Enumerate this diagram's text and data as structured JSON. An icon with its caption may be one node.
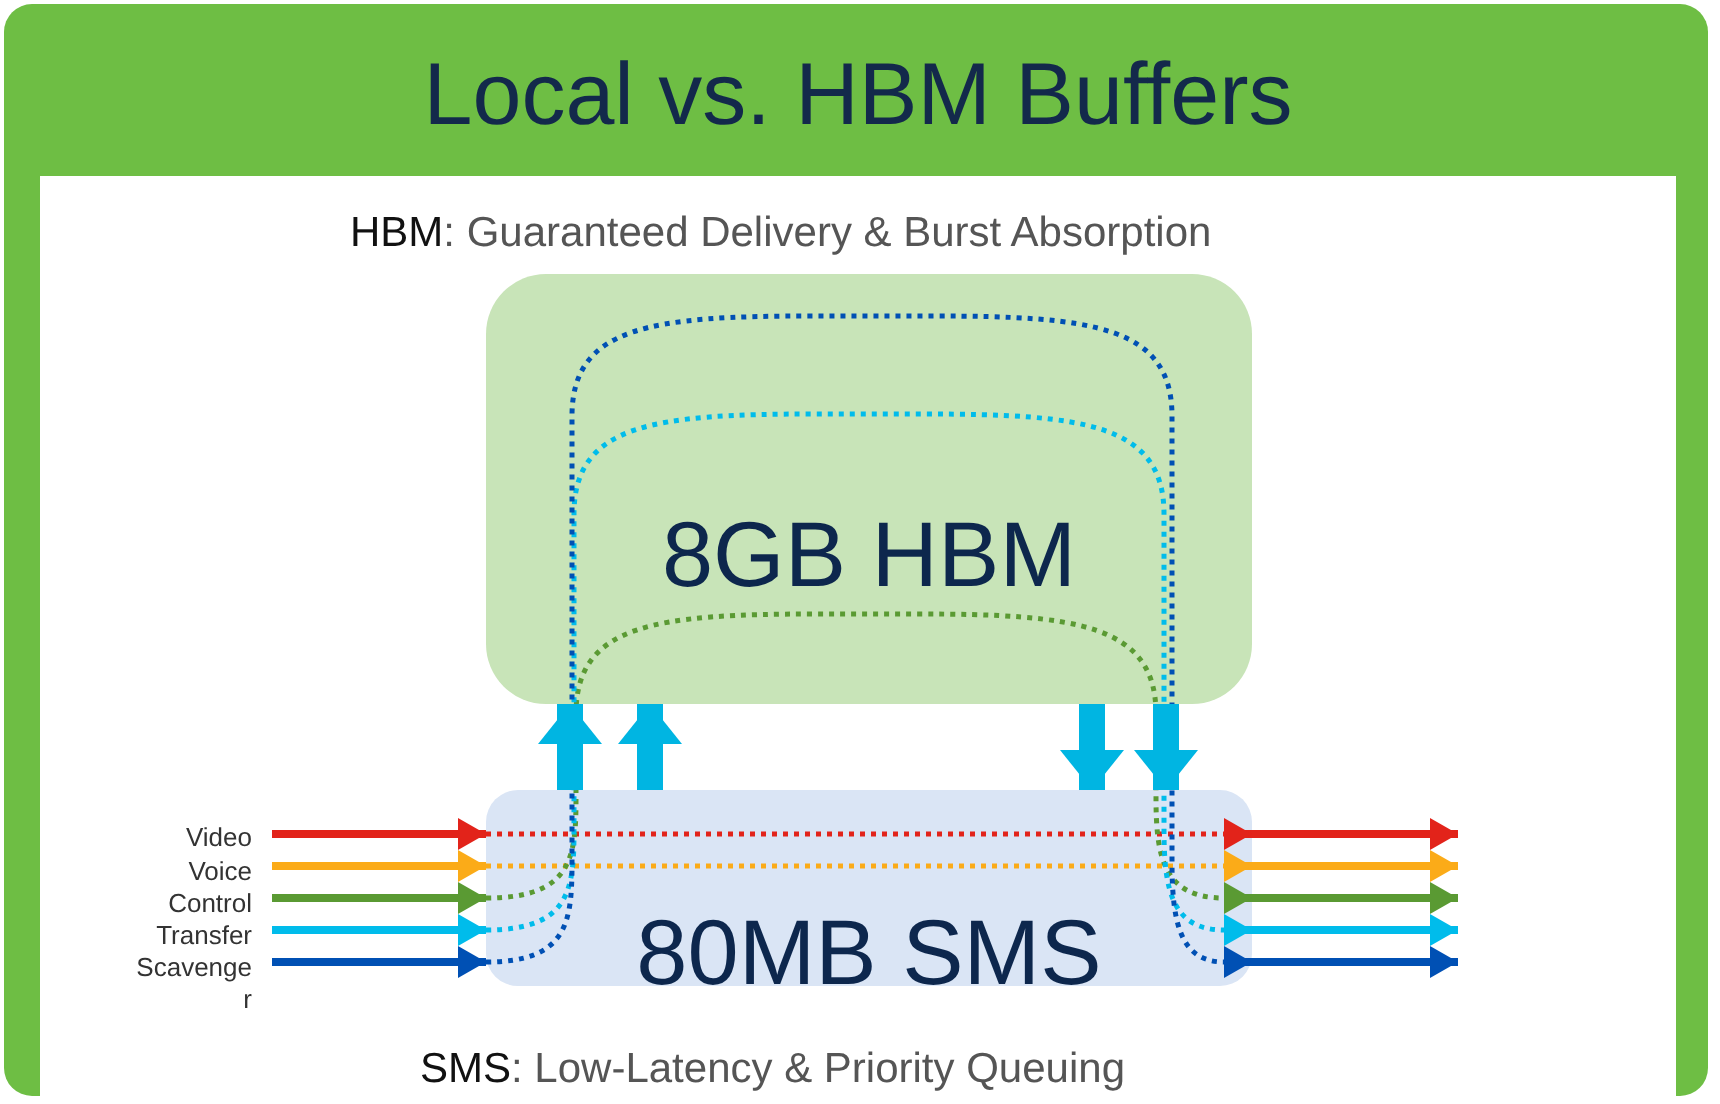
{
  "diagram": {
    "title": "Local vs. HBM Buffers",
    "nodes": [
      {
        "text": [
          "8GB HBM"
        ],
        "beside": [
          "**HBM**: Guaranteed Delivery & Burst Absorption"
        ]
      },
      {
        "text": [
          "80MB SMS"
        ],
        "beside": [
          "**SMS**: Low-Latency & Priority Queuing"
        ]
      },
      {
        "text": [
          "Video"
        ]
      },
      {
        "text": [
          "Voice"
        ]
      },
      {
        "text": [
          "Control"
        ]
      },
      {
        "text": [
          "Transfer"
        ]
      },
      {
        "text": [
          "Scavenge r"
        ]
      }
    ],
    "edges": [
      {
        "from": 2,
        "to": 1,
        "arrow": "to",
        "color": "#e2231a"
      },
      {
        "from": 3,
        "to": 1,
        "arrow": "to",
        "color": "#fbab18"
      },
      {
        "from": 4,
        "to": 1,
        "arrow": "to",
        "color": "#5a9a33"
      },
      {
        "from": 5,
        "to": 1,
        "arrow": "to",
        "color": "#00bceb"
      },
      {
        "from": 6,
        "to": 1,
        "arrow": "to",
        "color": "#0050b4"
      },
      {
        "from": 1,
        "to": null,
        "arrow": "to",
        "color": "#e2231a"
      },
      {
        "from": 1,
        "to": null,
        "arrow": "to",
        "color": "#fbab18"
      },
      {
        "from": 1,
        "to": null,
        "arrow": "to",
        "color": "#5a9a33"
      },
      {
        "from": 1,
        "to": null,
        "arrow": "to",
        "color": "#00bceb"
      },
      {
        "from": 1,
        "to": null,
        "arrow": "to",
        "color": "#0050b4"
      },
      {
        "from": 1,
        "to": 0,
        "arrow": "to",
        "style": "thick",
        "color": "#00b5e2"
      },
      {
        "from": 1,
        "to": 0,
        "arrow": "to",
        "style": "thick",
        "color": "#00b5e2"
      },
      {
        "from": 0,
        "to": 1,
        "arrow": "to",
        "style": "thick",
        "color": "#00b5e2"
      },
      {
        "from": 0,
        "to": 1,
        "arrow": "to",
        "style": "thick",
        "color": "#00b5e2"
      }
    ]
  }
}
